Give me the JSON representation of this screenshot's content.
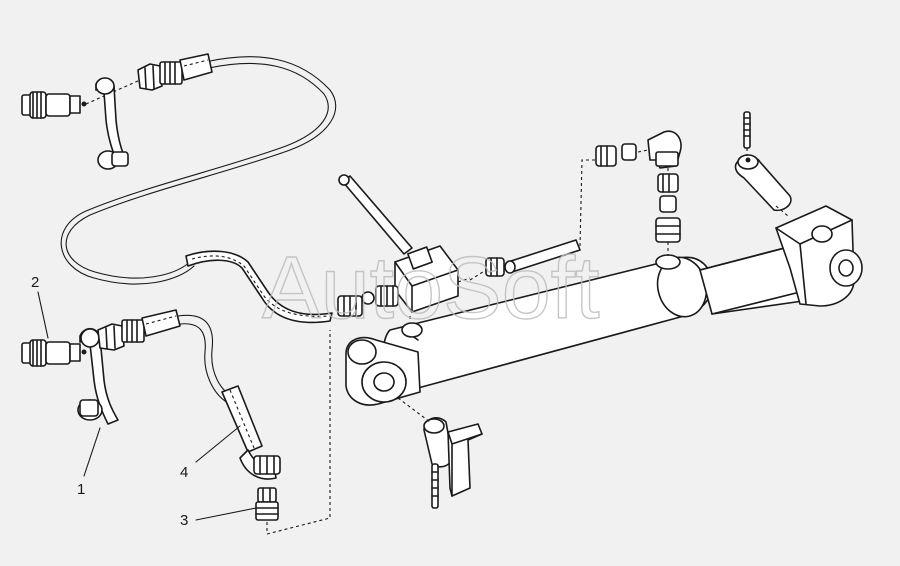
{
  "diagram": {
    "callouts": [
      "1",
      "2",
      "3",
      "4"
    ],
    "watermark": "AutoSoft"
  },
  "colors": {
    "background": "#f1f1f1",
    "line": "#1a1a1a",
    "part_fill": "#ffffff",
    "watermark": "#bdbdbd"
  }
}
